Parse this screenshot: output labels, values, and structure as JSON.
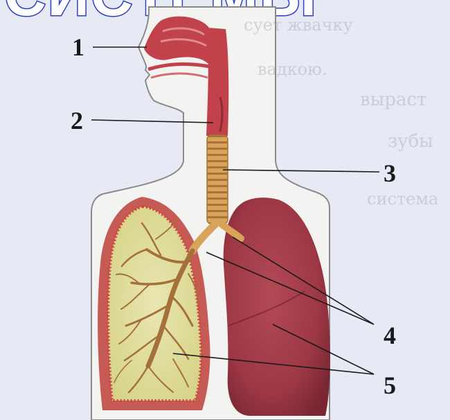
{
  "title": "СИСТЕМЫ",
  "labels": [
    "1",
    "2",
    "3",
    "4",
    "5"
  ],
  "background_text": [
    "сует жвачку",
    "вадкою.",
    "выраст",
    "зубы",
    "система"
  ],
  "colors": {
    "page_background": "#e7eaf5",
    "figure_fill": "#f3f3f1",
    "airway_red": "#c2424c",
    "trachea_tan": "#d8a45c",
    "lung_left_outer": "#c65a55",
    "lung_left_inner": "#e4e0a4",
    "lung_right": "#9c3744",
    "title_outline": "#2b3fc4"
  }
}
